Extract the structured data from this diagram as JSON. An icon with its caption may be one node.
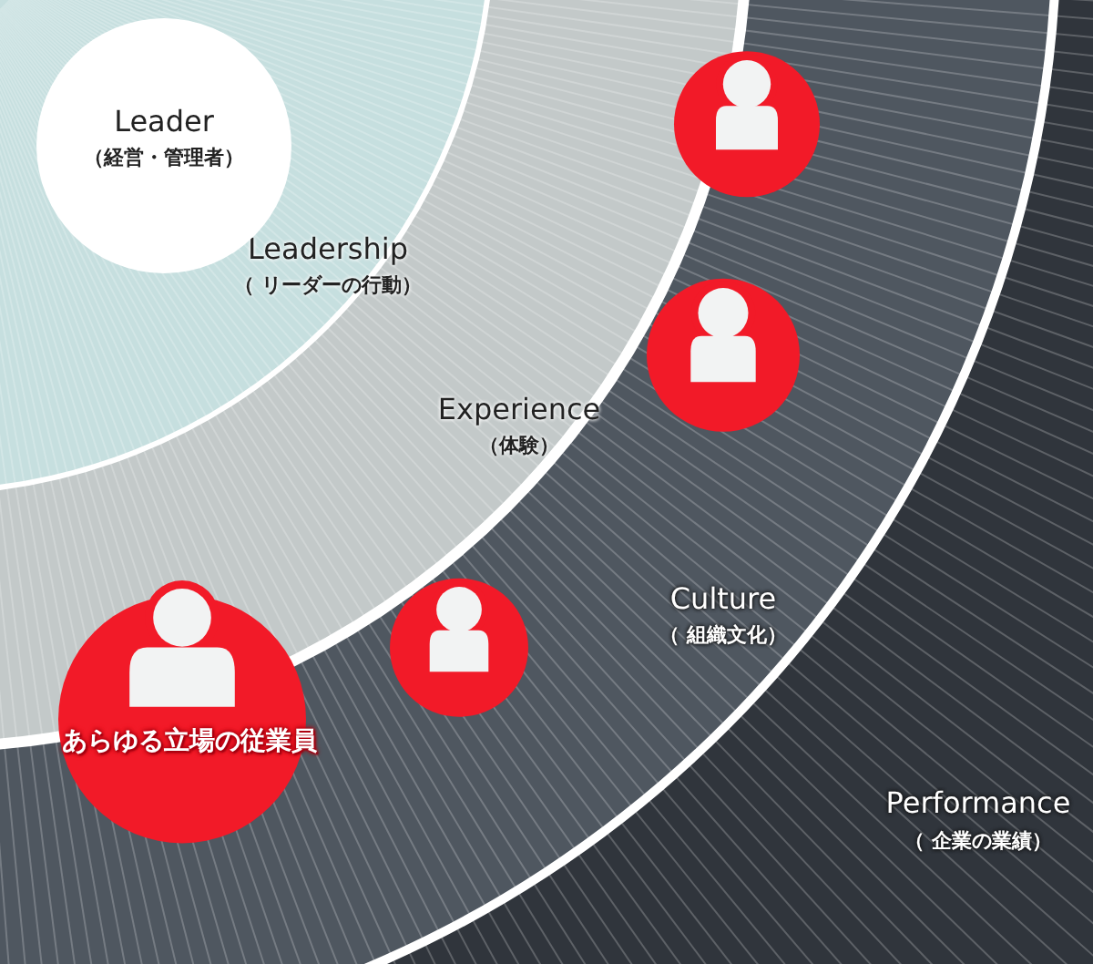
{
  "diagram": {
    "nodes": [
      {
        "text": [
          "Leader",
          "（経営・管理者）"
        ],
        "in": 1
      },
      {
        "text": [
          "Leadership",
          "（ リーダーの行動）"
        ]
      },
      {
        "text": [
          "Experience",
          "（体験）"
        ]
      },
      {
        "text": [
          "Culture",
          "（ 組織文化）"
        ]
      },
      {
        "text": [
          "Performance",
          "（ 企業の業績）"
        ]
      },
      {
        "text": [],
        "shape": "person"
      },
      {
        "text": [],
        "shape": "person"
      },
      {
        "text": [],
        "shape": "person"
      },
      {
        "text": [
          "あらゆる立場の従業員"
        ]
      }
    ],
    "edges": []
  }
}
